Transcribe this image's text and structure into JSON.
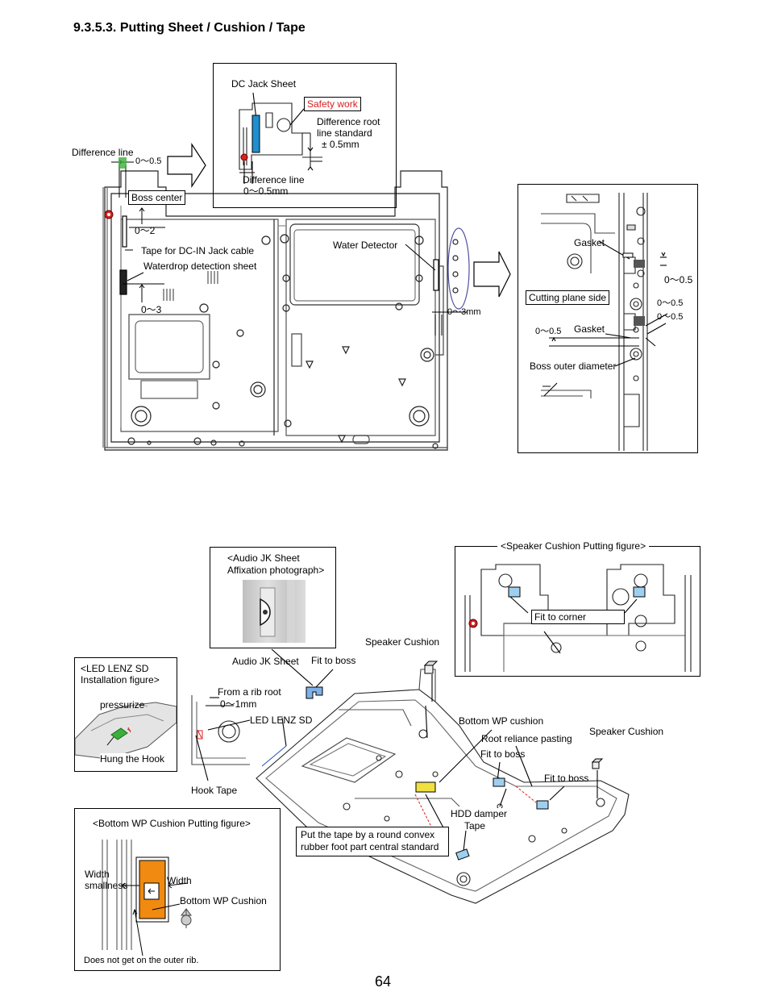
{
  "page": {
    "title": "9.3.5.3. Putting Sheet / Cushion / Tape",
    "page_number": "64"
  },
  "top_diagram": {
    "dc_jack_sheet": "DC Jack Sheet",
    "safety_work": "Safety work",
    "diff_root_line_1": "Difference root",
    "diff_root_line_2": "line standard",
    "diff_root_tol": "± 0.5mm",
    "difference_line_inset": "Difference line",
    "inset_tol": "0～0.5mm",
    "difference_line": "Difference line",
    "tol_05": "0～0.5",
    "boss_center": "Boss center",
    "tol_2": "0～2",
    "tape_dc_in": "Tape for DC-IN Jack cable",
    "waterdrop_sheet": "Waterdrop detection sheet",
    "tol_3": "0～3",
    "water_detector": "Water Detector",
    "tol_3mm": "0～3mm"
  },
  "right_inset": {
    "gasket_top": "Gasket",
    "tol_a": "0～0.5",
    "cutting_plane_side": "Cutting plane side",
    "tol_b": "0～0.5",
    "tol_c": "0～0.5",
    "tol_d": "0～0.5",
    "gasket_bottom": "Gasket",
    "boss_outer_diameter": "Boss outer diameter"
  },
  "bottom_diagram": {
    "audio_jk_title_1": "<Audio JK Sheet",
    "audio_jk_title_2": "Affixation photograph>",
    "speaker_cushion_fig": "<Speaker Cushion Putting figure>",
    "fit_to_corner": "Fit to corner",
    "speaker_cushion_1": "Speaker Cushion",
    "audio_jk_sheet": "Audio JK Sheet",
    "fit_to_boss_1": "Fit to boss",
    "led_lenz_title_1": "<LED LENZ SD",
    "led_lenz_title_2": "Installation figure>",
    "pressurize": "pressurize",
    "hung_hook": "Hung the Hook",
    "from_rib_root": "From a rib root",
    "tol_1mm": "0～1mm",
    "led_lenz_sd": "LED LENZ SD",
    "hook_tape": "Hook Tape",
    "bottom_wp_cushion": "Bottom WP cushion",
    "root_reliance": "Root reliance pasting",
    "speaker_cushion_2": "Speaker Cushion",
    "fit_to_boss_2": "Fit to boss",
    "fit_to_boss_3": "Fit to boss",
    "hdd_damper_1": "HDD damper",
    "hdd_damper_2": "Tape",
    "put_tape_1": "Put the tape by a round convex",
    "put_tape_2": "rubber foot part central standard",
    "bottom_wp_fig": "<Bottom WP Cushion Putting figure>",
    "width_smallness_1": "Width",
    "width_smallness_2": "smallness",
    "width": "Width",
    "bottom_wp_cushion_2": "Bottom WP Cushion",
    "outer_rib": "Does not get on the outer rib."
  },
  "colors": {
    "dc_jack_sheet": "#1f8fd0",
    "safety_red": "#d82020",
    "wp_cushion_orange": "#f08a10",
    "speaker_blue": "#9ecff0",
    "led_green": "#3ab03a",
    "tape_yellow": "#f0e040"
  }
}
